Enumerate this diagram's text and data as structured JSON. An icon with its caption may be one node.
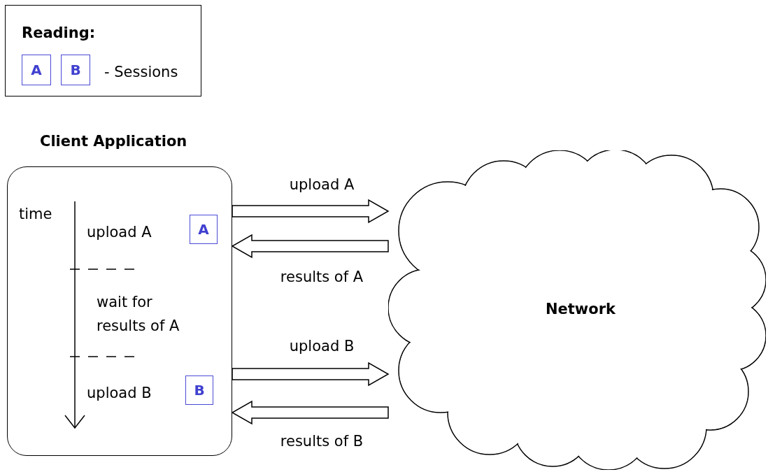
{
  "diagram": {
    "nodes": [
      {
        "text": [
          "Reading:",
          "- Sessions"
        ]
      },
      {
        "text": [
          "A"
        ],
        "in": 0
      },
      {
        "text": [
          "B"
        ],
        "in": 0
      },
      {
        "text": [
          "Client Application",
          "time",
          "upload A",
          "wait for results of A",
          "upload B"
        ]
      },
      {
        "text": [
          "A"
        ],
        "in": 3
      },
      {
        "text": [
          "B"
        ],
        "in": 3
      },
      {
        "text": [
          "Network"
        ]
      }
    ],
    "edges": [
      {
        "from": 3,
        "to": 6,
        "arrow": "to",
        "label": "upload A"
      },
      {
        "from": 6,
        "to": 3,
        "arrow": "to",
        "label": "results of A"
      },
      {
        "from": 3,
        "to": 6,
        "arrow": "to",
        "label": "upload B"
      },
      {
        "from": 6,
        "to": 3,
        "arrow": "to",
        "label": "results of B"
      }
    ]
  }
}
